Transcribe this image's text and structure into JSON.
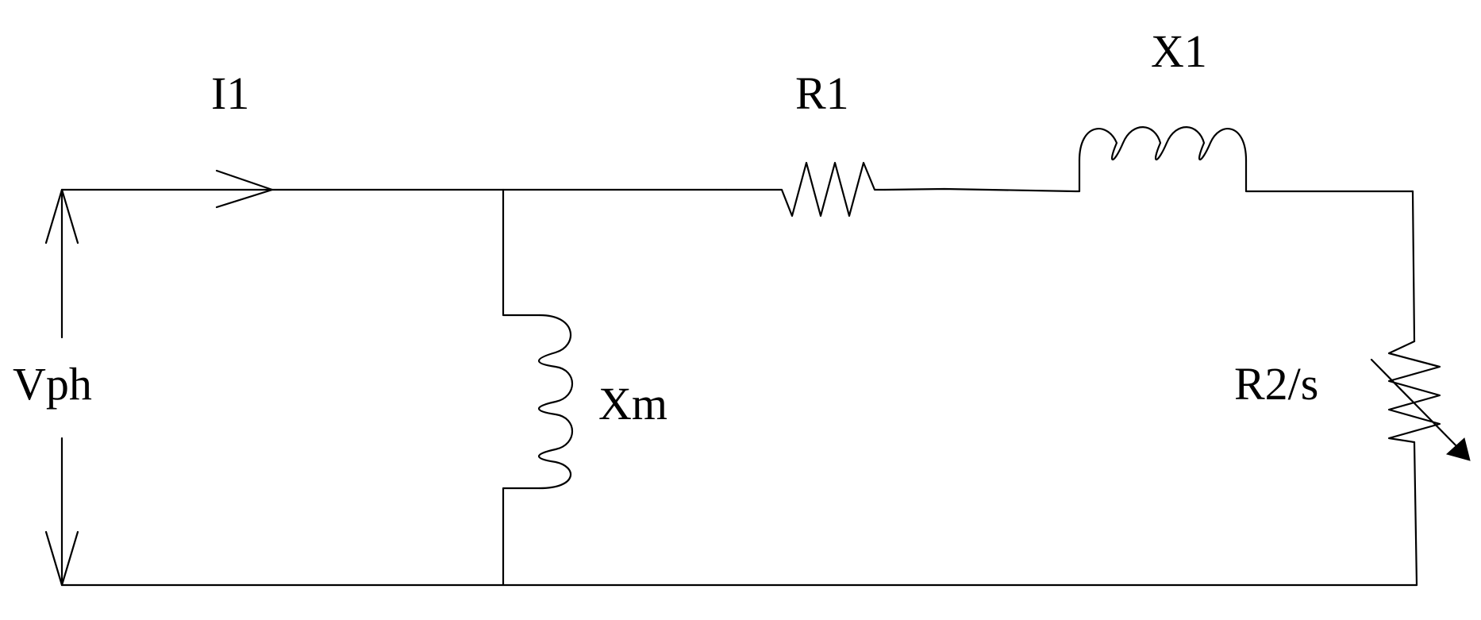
{
  "diagram": {
    "labels": {
      "current": "I1",
      "voltage": "Vph",
      "magnetizing_reactance": "Xm",
      "stator_resistance": "R1",
      "stator_reactance": "X1",
      "rotor_resistance": "R2/s"
    },
    "colors": {
      "line": "#000000",
      "background": "#ffffff"
    }
  }
}
